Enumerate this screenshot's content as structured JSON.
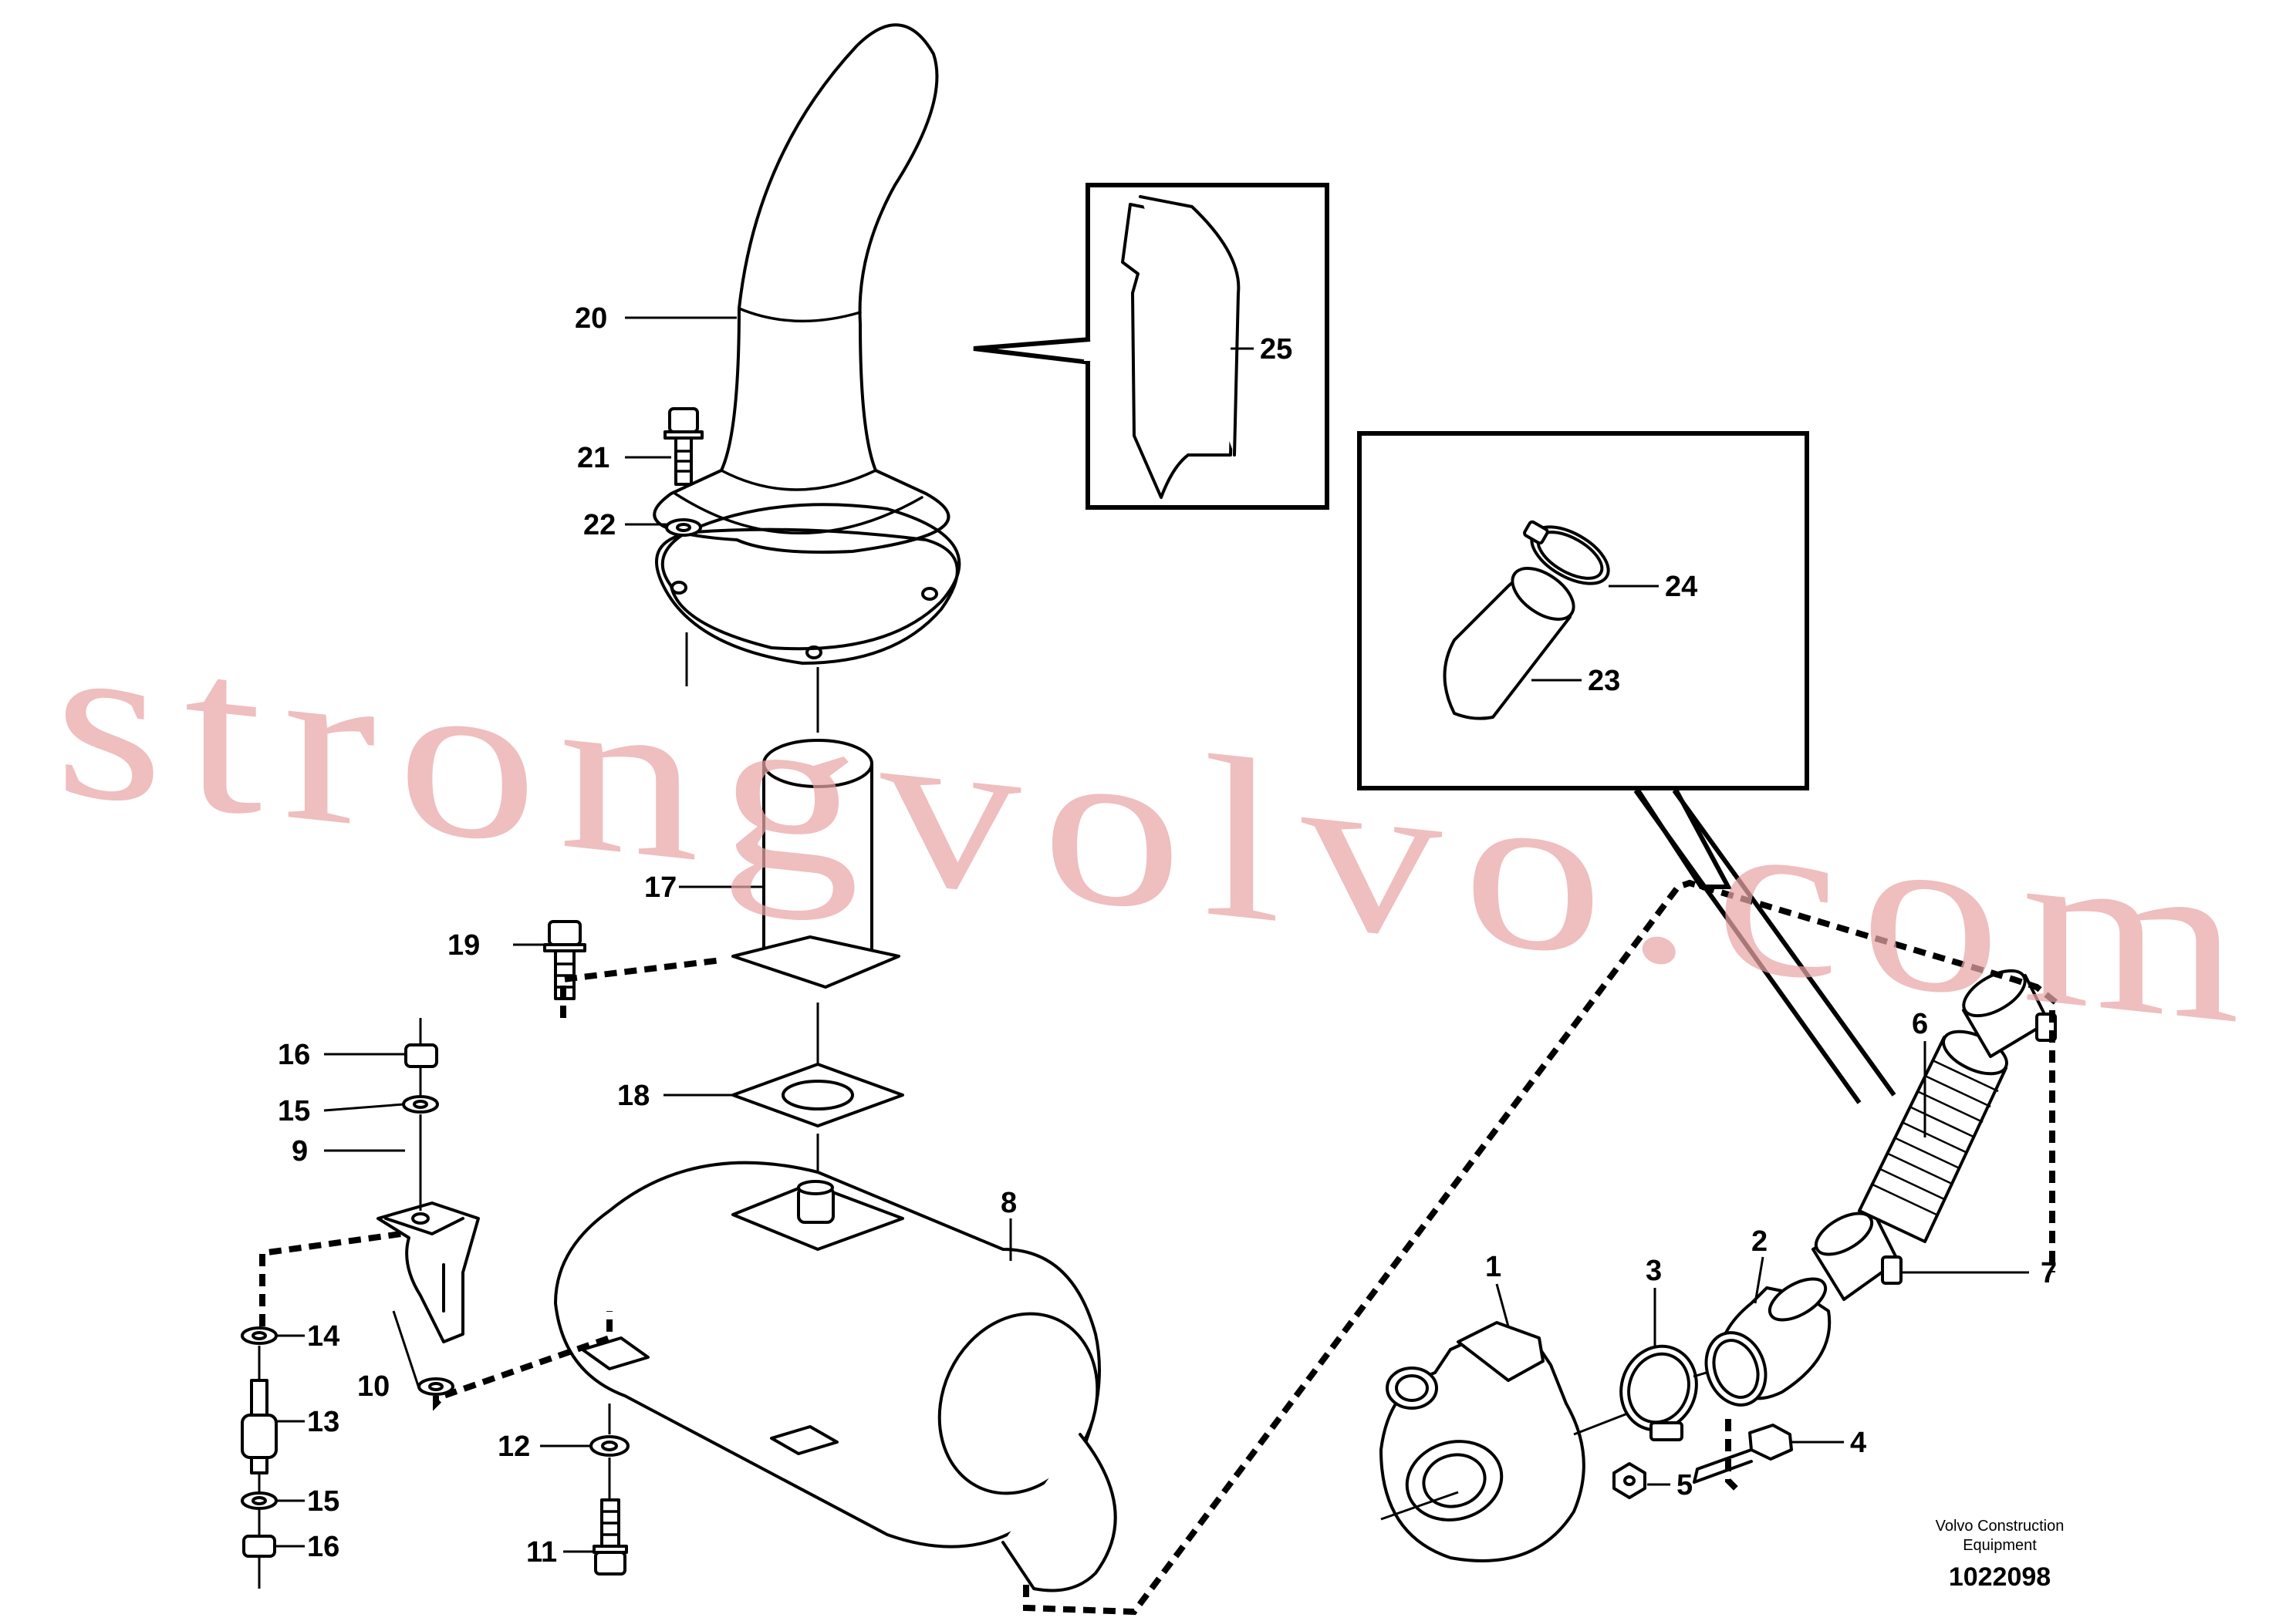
{
  "watermark": "strongvolvo.com",
  "caption": {
    "line1": "Volvo Construction",
    "line2": "Equipment",
    "drawing_number": "1022098"
  },
  "callouts": {
    "c1": "1",
    "c2": "2",
    "c3": "3",
    "c4": "4",
    "c5": "5",
    "c6": "6",
    "c7": "7",
    "c8": "8",
    "c9": "9",
    "c10": "10",
    "c11": "11",
    "c12": "12",
    "c13": "13",
    "c14": "14",
    "c15a": "15",
    "c15b": "15",
    "c16a": "16",
    "c16b": "16",
    "c17": "17",
    "c18": "18",
    "c19": "19",
    "c20": "20",
    "c21": "21",
    "c22": "22",
    "c23": "23",
    "c24": "24",
    "c25": "25"
  }
}
